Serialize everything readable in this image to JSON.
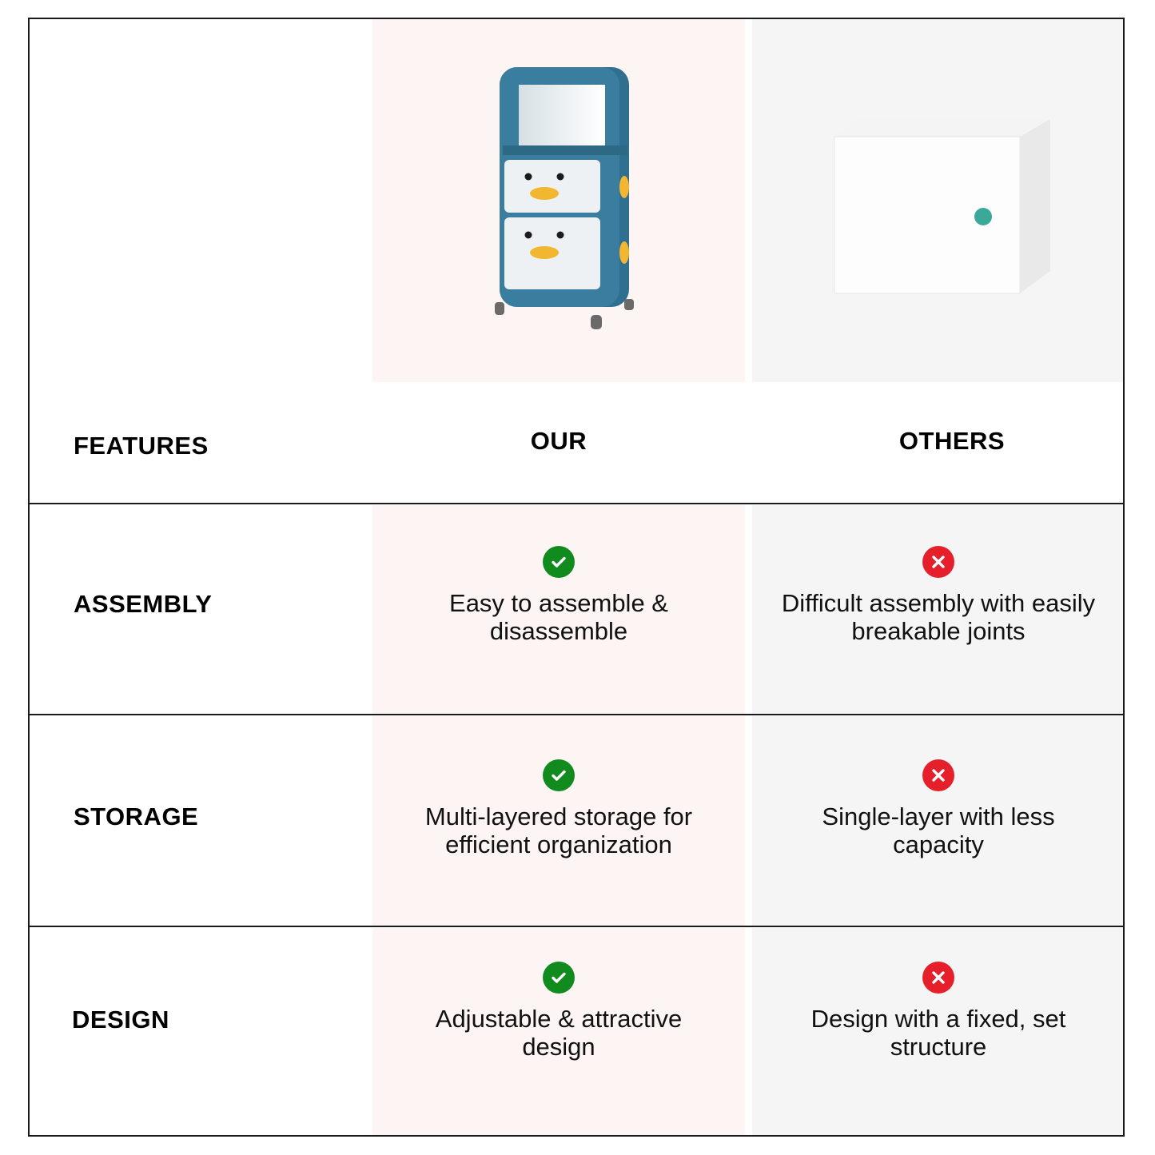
{
  "header": {
    "features": "FEATURES",
    "our": "OUR",
    "others": "OTHERS"
  },
  "colors": {
    "our_bg": "#fdf5f3",
    "others_bg": "#f5f5f5",
    "check": "#118a1e",
    "cross": "#e5202b",
    "cabinet_blue": "#2f6f8f",
    "beak_yellow": "#f2b630",
    "knob_teal": "#3aa99a"
  },
  "images": {
    "our_product": "duck-face drawer cabinet on wheels",
    "others_product": "white single-door box cabinet"
  },
  "rows": [
    {
      "feature": "ASSEMBLY",
      "our_icon": "check-icon",
      "our_text": "Easy to assemble & disassemble",
      "others_icon": "cross-icon",
      "others_text": "Difficult assembly with easily breakable joints"
    },
    {
      "feature": "STORAGE",
      "our_icon": "check-icon",
      "our_text": "Multi-layered storage for efficient organization",
      "others_icon": "cross-icon",
      "others_text": "Single-layer with less capacity"
    },
    {
      "feature": "DESIGN",
      "our_icon": "check-icon",
      "our_text": "Adjustable & attractive design",
      "others_icon": "cross-icon",
      "others_text": "Design with a fixed, set structure"
    }
  ]
}
